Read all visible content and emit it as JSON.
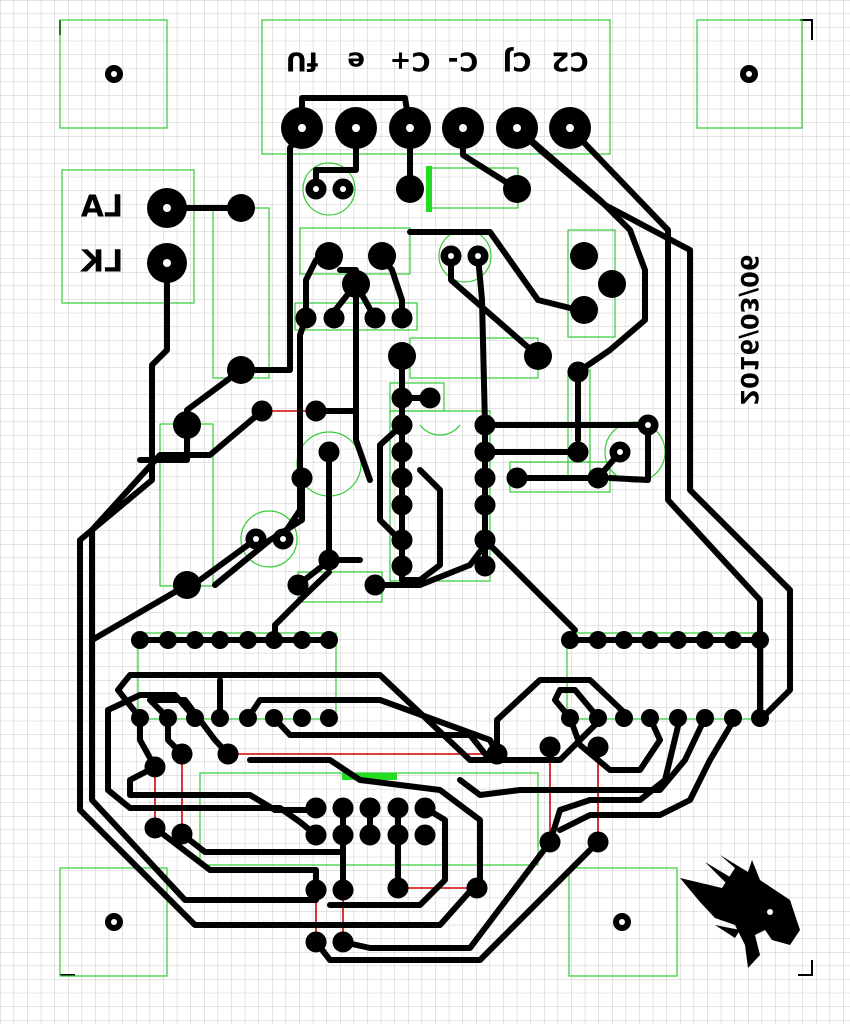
{
  "board": {
    "connector_labels": [
      "fU",
      "e",
      "C+",
      "C-",
      "CJ",
      "C2"
    ],
    "led_labels": [
      "LA",
      "LK"
    ],
    "date": "2016/03/06"
  },
  "colors": {
    "background": "#ffffff",
    "grid": "#c8c8c8",
    "trace": "#000000",
    "silkscreen": "#33cc33",
    "jumper": "#d00000",
    "highlight": "#22dd22"
  },
  "icons": {
    "logo": "dragon-head-icon"
  }
}
